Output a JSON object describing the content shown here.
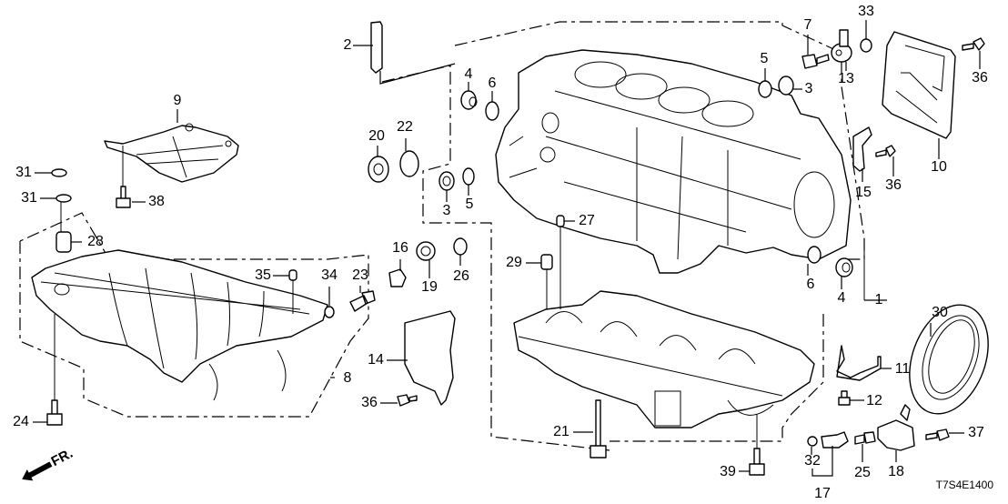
{
  "diagram": {
    "title": "Cylinder Block / Oil Pan exploded view",
    "diagram_code": "T7S4E1400",
    "front_indicator": "FR.",
    "line_color": "#000000",
    "background_color": "#ffffff",
    "callouts": [
      {
        "id": "c1",
        "label": "1"
      },
      {
        "id": "c2",
        "label": "2"
      },
      {
        "id": "c3a",
        "label": "3"
      },
      {
        "id": "c3b",
        "label": "3"
      },
      {
        "id": "c4a",
        "label": "4"
      },
      {
        "id": "c4b",
        "label": "4"
      },
      {
        "id": "c5a",
        "label": "5"
      },
      {
        "id": "c5b",
        "label": "5"
      },
      {
        "id": "c6a",
        "label": "6"
      },
      {
        "id": "c6b",
        "label": "6"
      },
      {
        "id": "c7",
        "label": "7"
      },
      {
        "id": "c8",
        "label": "8"
      },
      {
        "id": "c9",
        "label": "9"
      },
      {
        "id": "c10",
        "label": "10"
      },
      {
        "id": "c11",
        "label": "11"
      },
      {
        "id": "c12",
        "label": "12"
      },
      {
        "id": "c13",
        "label": "13"
      },
      {
        "id": "c14",
        "label": "14"
      },
      {
        "id": "c15",
        "label": "15"
      },
      {
        "id": "c16",
        "label": "16"
      },
      {
        "id": "c17",
        "label": "17"
      },
      {
        "id": "c18",
        "label": "18"
      },
      {
        "id": "c19",
        "label": "19"
      },
      {
        "id": "c20",
        "label": "20"
      },
      {
        "id": "c21",
        "label": "21"
      },
      {
        "id": "c22",
        "label": "22"
      },
      {
        "id": "c23",
        "label": "23"
      },
      {
        "id": "c24",
        "label": "24"
      },
      {
        "id": "c25",
        "label": "25"
      },
      {
        "id": "c26",
        "label": "26"
      },
      {
        "id": "c27",
        "label": "27"
      },
      {
        "id": "c28",
        "label": "28"
      },
      {
        "id": "c29",
        "label": "29"
      },
      {
        "id": "c30",
        "label": "30"
      },
      {
        "id": "c31a",
        "label": "31"
      },
      {
        "id": "c31b",
        "label": "31"
      },
      {
        "id": "c32",
        "label": "32"
      },
      {
        "id": "c33",
        "label": "33"
      },
      {
        "id": "c34",
        "label": "34"
      },
      {
        "id": "c35",
        "label": "35"
      },
      {
        "id": "c36a",
        "label": "36"
      },
      {
        "id": "c36b",
        "label": "36"
      },
      {
        "id": "c36c",
        "label": "36"
      },
      {
        "id": "c37",
        "label": "37"
      },
      {
        "id": "c38",
        "label": "38"
      },
      {
        "id": "c39",
        "label": "39"
      }
    ]
  }
}
